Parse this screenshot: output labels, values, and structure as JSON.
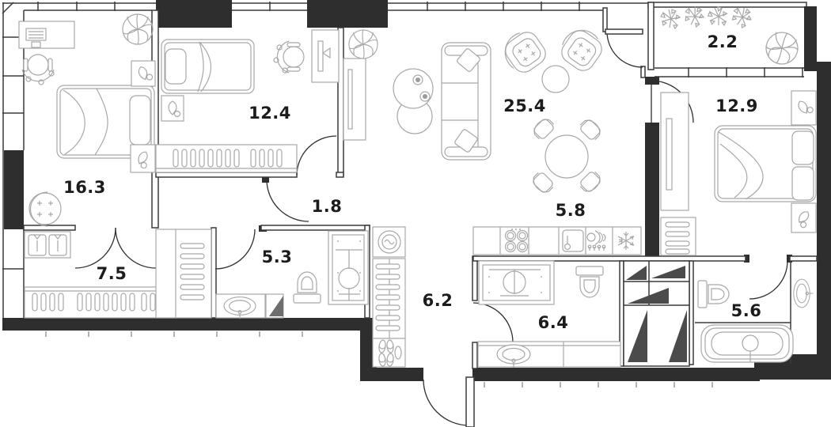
{
  "plan": {
    "title": "apartment-floor-plan",
    "rooms": [
      {
        "name": "living-room",
        "area": "25.4"
      },
      {
        "name": "kitchen",
        "area": "5.8"
      },
      {
        "name": "bedroom-left",
        "area": "16.3"
      },
      {
        "name": "bedroom-middle",
        "area": "12.4"
      },
      {
        "name": "bedroom-right",
        "area": "12.9"
      },
      {
        "name": "balcony",
        "area": "2.2"
      },
      {
        "name": "hallway",
        "area": "1.8"
      },
      {
        "name": "walk-in-closet",
        "area": "7.5"
      },
      {
        "name": "bathroom-shower",
        "area": "5.3"
      },
      {
        "name": "corridor",
        "area": "6.2"
      },
      {
        "name": "bathroom-middle",
        "area": "6.4"
      },
      {
        "name": "bathroom-bathtub",
        "area": "5.6"
      }
    ],
    "colors": {
      "wall": "#2e2e2e",
      "thin_wall": "#3a3a3a",
      "furniture_line": "#a8a8a8",
      "label_text": "#1c1c1c",
      "background": "#ffffff"
    },
    "icons": [
      "bed-icon",
      "sofa-icon",
      "armchair-icon",
      "dining-table-icon",
      "dining-chair-icon",
      "desk-icon",
      "office-chair-icon",
      "plant-icon",
      "flower-icon",
      "hanger-icon",
      "shirt-icon",
      "washing-machine-icon",
      "shoes-icon",
      "stove-icon",
      "kitchen-sink-icon",
      "dishwasher-icon",
      "fridge-snowflake-icon",
      "shower-icon",
      "toilet-icon",
      "sink-icon",
      "bathtub-icon",
      "door-arc-icon",
      "window-icon",
      "shaft-hatch-icon",
      "coffee-table-icon",
      "tv-console-icon"
    ]
  }
}
